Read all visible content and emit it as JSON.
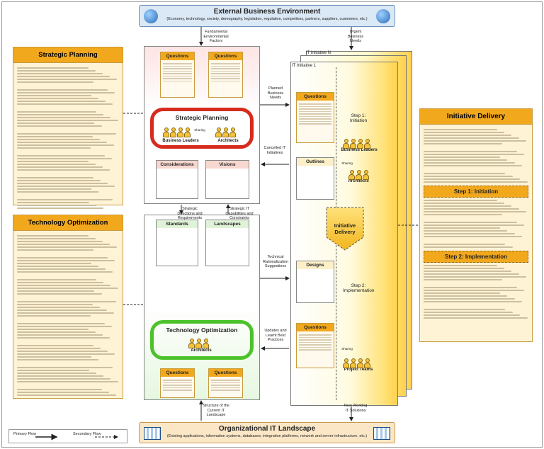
{
  "external": {
    "title": "External Business Environment",
    "subtitle": "(Economy, technology, society, demography, legislation, regulation, competitors, partners, suppliers, customers, etc.)"
  },
  "organizational": {
    "title": "Organizational IT Landscape",
    "subtitle": "(Existing applications, information systems, databases, integration platforms, network and server infrastructure, etc.)"
  },
  "flows": {
    "fundamental": "Fundamental Environmental Factors",
    "urgent": "Urgent Business Needs",
    "planned": "Planned Business Needs",
    "cancelled": "Cancelled IT Initiatives",
    "strategic_directions": "Strategic Directions and Requirements",
    "strategic_capabilities": "Strategic IT Capabilities and Constraints",
    "technical_rationalization": "Technical Rationalization Suggestions",
    "updates": "Updates and Learnt Best Practices",
    "structure": "Structure of the Current IT Landscape",
    "new_solutions": "New Working IT Solutions"
  },
  "strategic_planning": {
    "header": "Strategic Planning",
    "loop_title": "Strategic Planning",
    "questions_label": "Questions",
    "considerations_label": "Considerations",
    "visions_label": "Visions",
    "business_leaders": "Business Leaders",
    "architects": "Architects",
    "sharing": "Sharing"
  },
  "technology_optimization": {
    "header": "Technology Optimization",
    "loop_title": "Technology Optimization",
    "questions_label": "Questions",
    "standards_label": "Standards",
    "landscapes_label": "Landscapes",
    "architects": "Architects"
  },
  "initiatives": {
    "it_initiative_n": "IT Initiative N",
    "it_initiative_1": "IT Initiative 1",
    "step1": "Step 1: Initiation",
    "step2": "Step 2: Implementation",
    "questions_label": "Questions",
    "outlines_label": "Outlines",
    "designs_label": "Designs",
    "business_leaders": "Business Leaders",
    "architects": "Architects",
    "project_teams": "Project Teams",
    "sharing": "Sharing",
    "delivery_label": "Initiative Delivery"
  },
  "initiative_delivery": {
    "header": "Initiative Delivery",
    "step1_head": "Step 1: Initiation",
    "step2_head": "Step 2: Implementation"
  },
  "legend": {
    "primary": "Primary Flow",
    "secondary": "Secondary Flow"
  },
  "colors": {
    "accent_orange": "#f2a81d",
    "red_loop": "#d62b1e",
    "green_loop": "#4cc22a",
    "blue_box": "#dbe8f5"
  }
}
